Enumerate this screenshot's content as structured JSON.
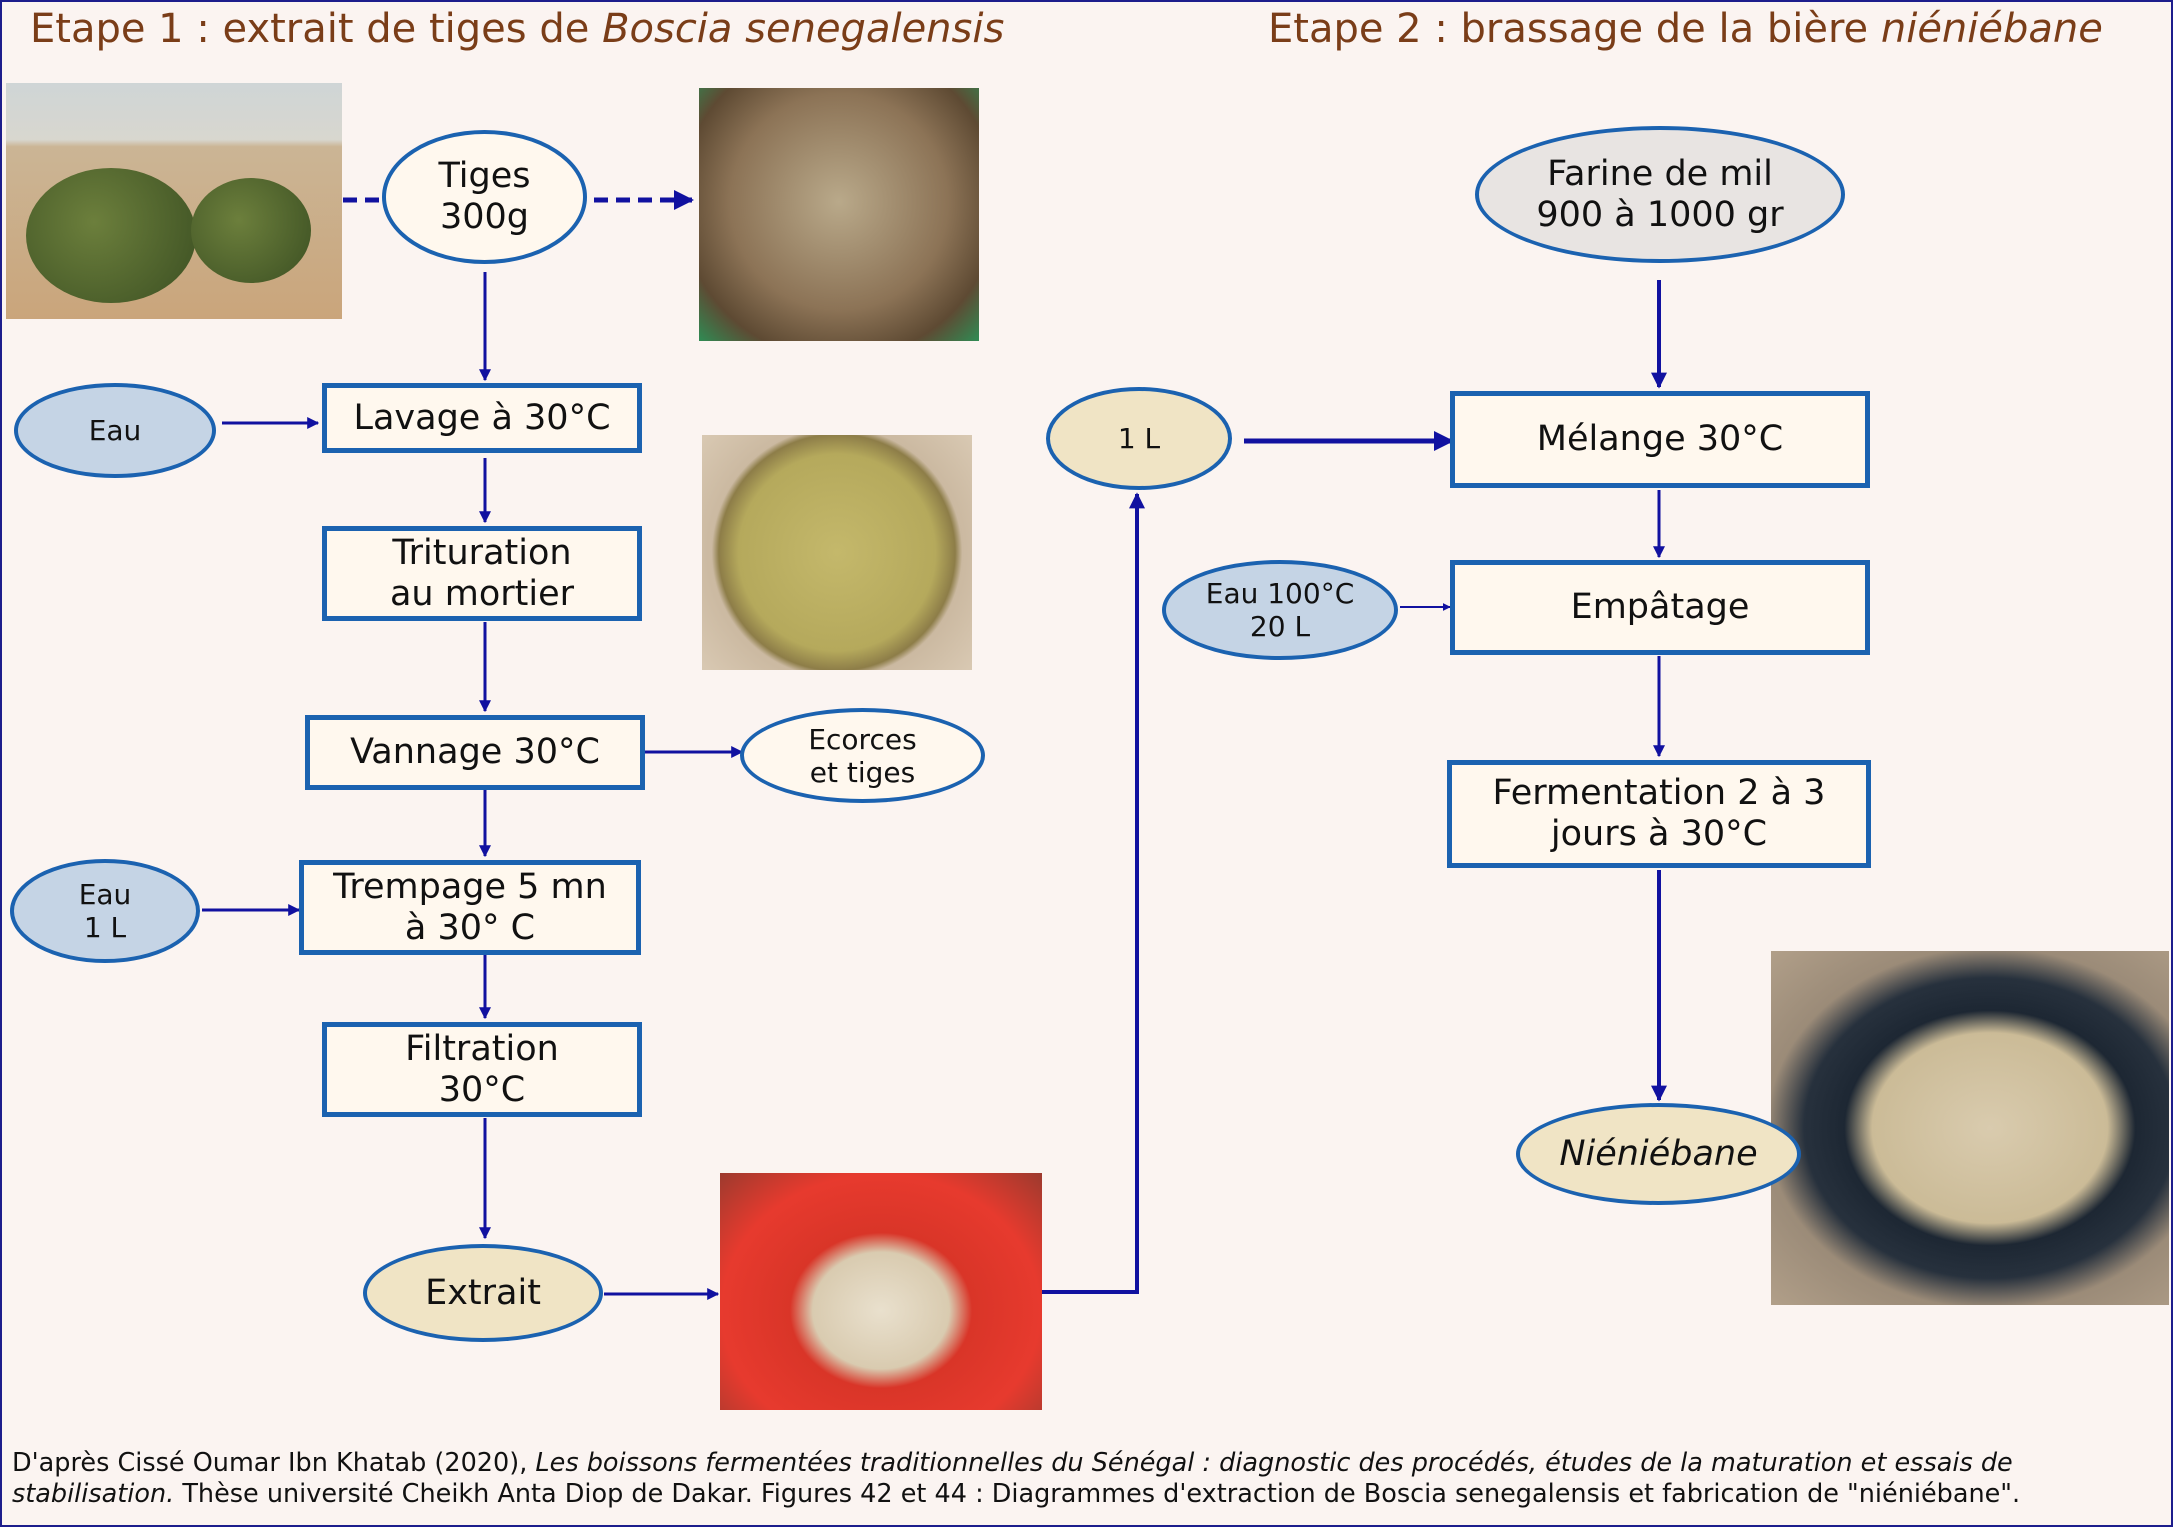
{
  "titles": {
    "step1": {
      "lead": "Etape 1 : extrait de tiges de ",
      "species": "Boscia senegalensis"
    },
    "step2": {
      "lead": "Etape 2 : brassage de la bière ",
      "beer": "niéniébane"
    }
  },
  "step1": {
    "stems": "Tiges\n300g",
    "water_wash": "Eau",
    "washing": "Lavage à 30°C",
    "grinding": "Trituration\nau mortier",
    "winnowing": "Vannage 30°C",
    "bark_waste": "Ecorces\net tiges",
    "water_soak": "Eau\n1 L",
    "soaking": "Trempage 5 mn\nà 30° C",
    "filtration": "Filtration\n30°C",
    "extract": "Extrait"
  },
  "step2": {
    "flour": "Farine de mil\n900 à 1000 gr",
    "extract_volume": "1 L",
    "mixing": "Mélange 30°C",
    "hot_water": "Eau 100°C\n20 L",
    "mashing": "Empâtage",
    "fermentation": "Fermentation 2 à 3\njours à 30°C",
    "product": "Niéniébane"
  },
  "photos": {
    "shrubs": "Boscia senegalensis shrubs in the field",
    "stems": "Harvested stems in a basket",
    "ground": "Ground stems on a woven tray",
    "bucket": "Extract in a red bucket",
    "bowl": "Niéniébane in a black basin"
  },
  "credit": {
    "prefix": "D'après Cissé Oumar Ibn Khatab (2020), ",
    "title": "Les boissons fermentées traditionnelles du Sénégal : diagnostic des procédés, études de la maturation et essais de stabilisation.",
    "suffix": " Thèse université Cheikh Anta Diop de Dakar. Figures 42 et 44 : Diagrammes d'extraction de Boscia senegalensis et fabrication de \"niéniébane\"."
  },
  "colors": {
    "frame": "#1d1d8c",
    "box_border": "#1b62b0",
    "arrow": "#1111a0",
    "title": "#7a3d18",
    "water_fill": "#c5d4e5",
    "tan_fill": "#f0e4c5",
    "cream_fill": "#fff8ee",
    "grey_fill": "#e8e4e2",
    "background": "#fbf4f1"
  }
}
